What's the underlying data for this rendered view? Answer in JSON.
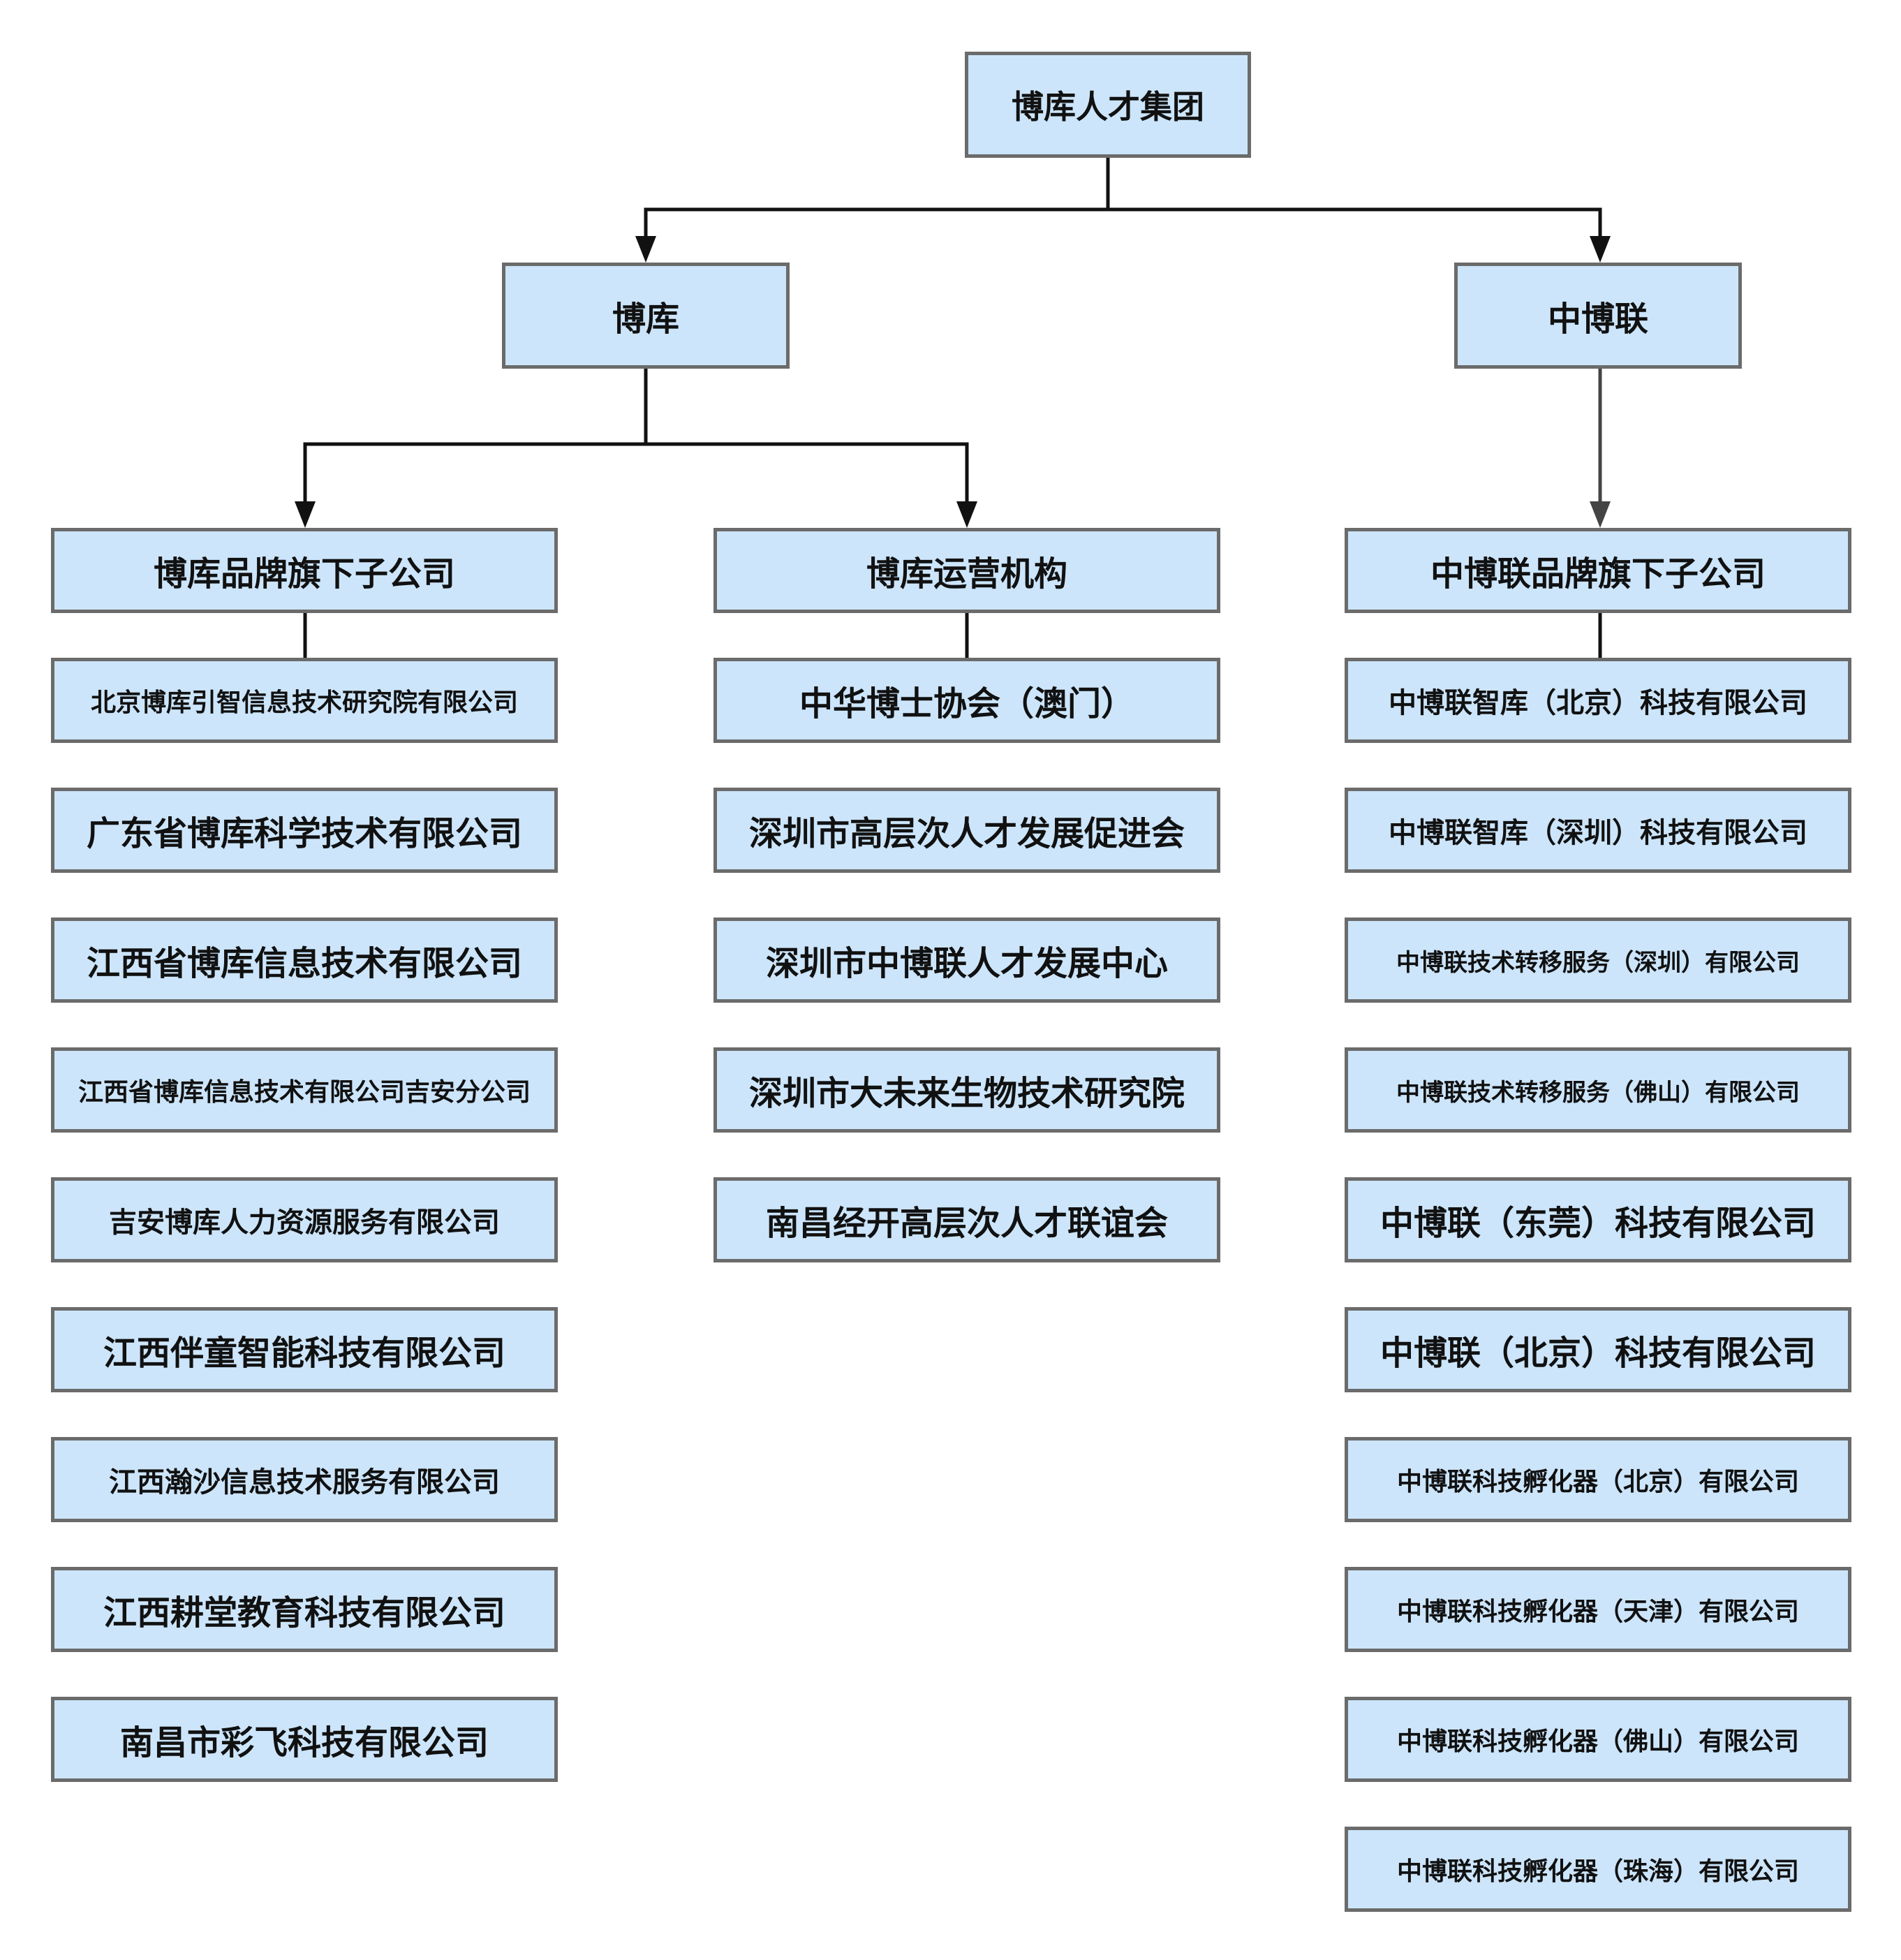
{
  "colors": {
    "box_fill": "#cce5fb",
    "box_border": "#6b6b6b",
    "connector": "#111111"
  },
  "root": "博库人才集团",
  "branches": {
    "boku": "博库",
    "zhongbolian": "中博联"
  },
  "columns": {
    "left": {
      "header": "博库品牌旗下子公司",
      "items": [
        "北京博库引智信息技术研究院有限公司",
        "广东省博库科学技术有限公司",
        "江西省博库信息技术有限公司",
        "江西省博库信息技术有限公司吉安分公司",
        "吉安博库人力资源服务有限公司",
        "江西伴童智能科技有限公司",
        "江西瀚沙信息技术服务有限公司",
        "江西耕堂教育科技有限公司",
        "南昌市彩飞科技有限公司"
      ]
    },
    "middle": {
      "header": "博库运营机构",
      "items": [
        "中华博士协会（澳门）",
        "深圳市高层次人才发展促进会",
        "深圳市中博联人才发展中心",
        "深圳市大未来生物技术研究院",
        "南昌经开高层次人才联谊会"
      ]
    },
    "right": {
      "header": "中博联品牌旗下子公司",
      "items": [
        "中博联智库（北京）科技有限公司",
        "中博联智库（深圳）科技有限公司",
        "中博联技术转移服务（深圳）有限公司",
        "中博联技术转移服务（佛山）有限公司",
        "中博联（东莞）科技有限公司",
        "中博联（北京）科技有限公司",
        "中博联科技孵化器（北京）有限公司",
        "中博联科技孵化器（天津）有限公司",
        "中博联科技孵化器（佛山）有限公司",
        "中博联科技孵化器（珠海）有限公司"
      ]
    }
  }
}
